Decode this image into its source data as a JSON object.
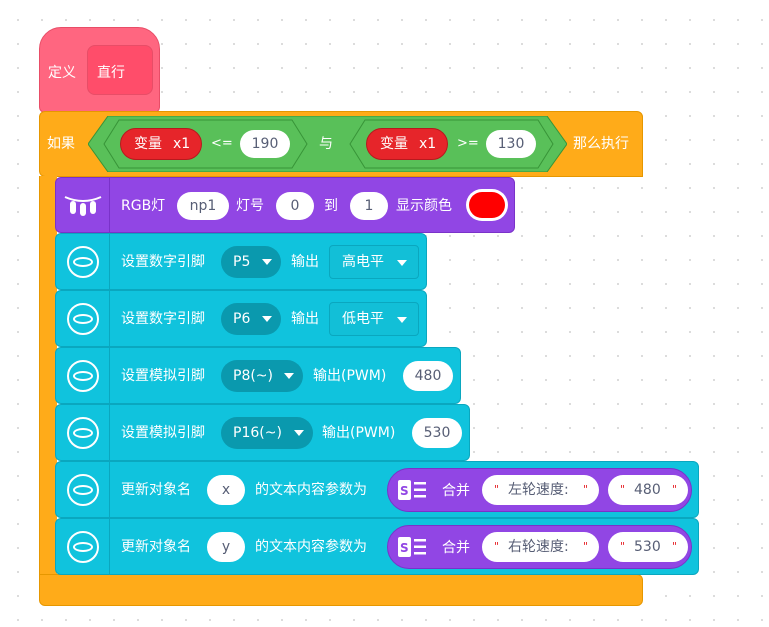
{
  "define_block": {
    "keyword": "定义",
    "name": "直行",
    "colors": {
      "fill": "#ff6680",
      "inner": "#ff4d6a"
    }
  },
  "if_block": {
    "keyword_if": "如果",
    "keyword_then": "那么执行",
    "color": "#ffab19",
    "and_label": "与",
    "cond_left": {
      "var_label": "变量",
      "var_name": "x1",
      "op": "<=",
      "value": "190"
    },
    "cond_right": {
      "var_label": "变量",
      "var_name": "x1",
      "op": ">=",
      "value": "130"
    }
  },
  "rgb_block": {
    "label": "RGB灯",
    "strip": "np1",
    "lamp_label": "灯号",
    "from": "0",
    "to_label": "到",
    "to": "1",
    "show_label": "显示颜色",
    "color_value": "#ff0000",
    "icon": "led-strip-icon"
  },
  "pin_blocks": [
    {
      "label": "设置数字引脚",
      "pin": "P5",
      "output_label": "输出",
      "value": "高电平",
      "kind": "digital",
      "icon": "pin-icon"
    },
    {
      "label": "设置数字引脚",
      "pin": "P6",
      "output_label": "输出",
      "value": "低电平",
      "kind": "digital",
      "icon": "pin-icon"
    },
    {
      "label": "设置模拟引脚",
      "pin": "P8(~)",
      "output_label": "输出(PWM)",
      "value": "480",
      "kind": "analog",
      "icon": "pin-icon"
    },
    {
      "label": "设置模拟引脚",
      "pin": "P16(~)",
      "output_label": "输出(PWM)",
      "value": "530",
      "kind": "analog",
      "icon": "pin-icon"
    }
  ],
  "update_blocks": [
    {
      "label": "更新对象名",
      "object": "x",
      "content_label": "的文本内容参数为",
      "join_label": "合并",
      "str1": "左轮速度:",
      "str2": "480",
      "icon": "display-icon"
    },
    {
      "label": "更新对象名",
      "object": "y",
      "content_label": "的文本内容参数为",
      "join_label": "合并",
      "str1": "右轮速度:",
      "str2": "530",
      "icon": "display-icon"
    }
  ]
}
